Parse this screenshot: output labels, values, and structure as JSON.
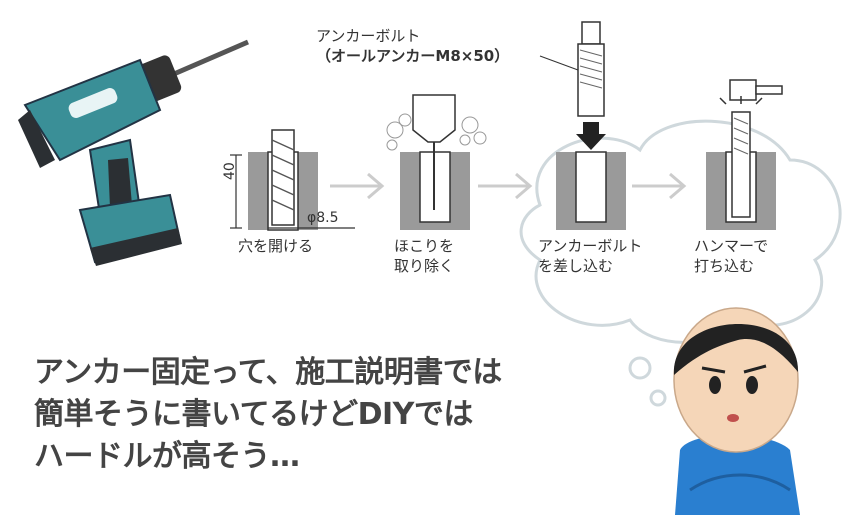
{
  "steps": [
    {
      "label": "穴を開ける"
    },
    {
      "label": "ほこりを\n取り除く"
    },
    {
      "label": "アンカーボルト\nを差し込む"
    },
    {
      "label": "ハンマーで\n打ち込む"
    }
  ],
  "dimensions": {
    "depth": "40",
    "diameter": "φ8.5"
  },
  "bolt_callout": {
    "line1": "アンカーボルト",
    "line2": "（オールアンカーM8×50）"
  },
  "caption": "アンカー固定って、施工説明書では\n簡単そうに書いてるけどDIYでは\nハードルが高そう…",
  "colors": {
    "drill_body": "#3a8f97",
    "drill_grip": "#2b2f33",
    "wall": "#9a9a9a",
    "arrow": "#cccccc",
    "shirt": "#2a7fd0"
  }
}
